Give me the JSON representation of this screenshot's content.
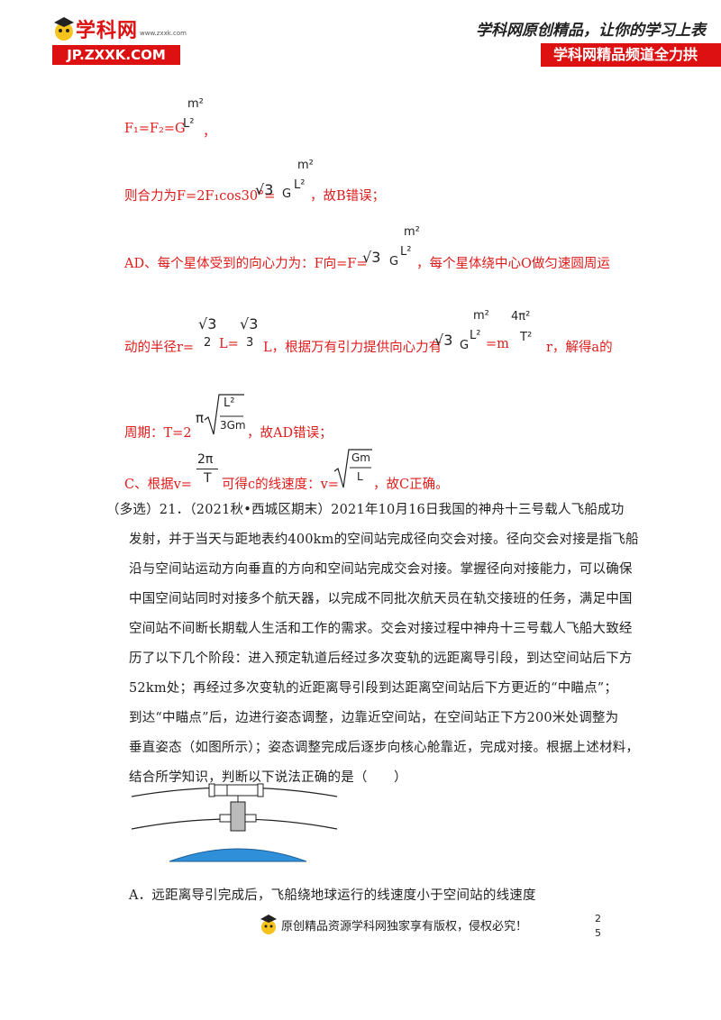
{
  "header": {
    "logo_text": "学科网",
    "logo_sub": "www.zxxk.com",
    "logo_url_text": "JP.ZXXK.COM",
    "slogan": "学科网原创精品，让你的学习上表",
    "slogan_bar": "学科网精品频道全力拱"
  },
  "solution": {
    "l1_text": "F₁=F₂=G",
    "l1_num": "m²",
    "l1_den": "L²",
    "l1_tail": "，",
    "l2_text": "则合力为F=2F₁cos30°=",
    "l2_sqrt": "√3",
    "l2_g": "G",
    "l2_num": "m²",
    "l2_den": "L²",
    "l2_tail": "，故B错误；",
    "l3_text": "AD、每个星体受到的向心力为：F向=F=",
    "l3_sqrt": "√3",
    "l3_g": "G",
    "l3_num": "m²",
    "l3_den": "L²",
    "l3_tail": "，每个星体绕中心O做匀速圆周运",
    "l4_a": "动的半径r=",
    "l4_f1_num": "√3",
    "l4_f1_den": "2",
    "l4_b": "L=",
    "l4_f2_num": "√3",
    "l4_f2_den": "3",
    "l4_c": "L，根据万有引力提供向心力有",
    "l4_sqrt": "√3",
    "l4_g": "G",
    "l4_f3_num": "m²",
    "l4_f3_den": "L²",
    "l4_eq": "=m",
    "l4_f4_num": "4π²",
    "l4_f4_den": "T²",
    "l4_d": "r，解得a的",
    "l5_text": "周期：T=2",
    "l5_pi": "π",
    "l5_num": "L²",
    "l5_den": "3Gm",
    "l5_tail": "，故AD错误；",
    "l6_text": "C、根据v=",
    "l6_num": "2π",
    "l6_den": "T",
    "l6_mid": "可得c的线速度：v=",
    "l6_num2": "Gm",
    "l6_den2": "L",
    "l6_tail": "，故C正确。"
  },
  "question": {
    "lines": [
      "（多选）21．（2021秋•西城区期末）2021年10月16日我国的神舟十三号载人飞船成功",
      "发射，并于当天与距地表约400km的空间站完成径向交会对接。径向交会对接是指飞船",
      "沿与空间站运动方向垂直的方向和空间站完成交会对接。掌握径向对接能力，可以确保",
      "中国空间站同时对接多个航天器，以完成不同批次航天员在轨交接班的任务，满足中国",
      "空间站不间断长期载人生活和工作的需求。交会对接过程中神舟十三号载人飞船大致经",
      "历了以下几个阶段：进入预定轨道后经过多次变轨的远距离导引段，到达空间站后下方",
      "52km处；再经过多次变轨的近距离导引段到达距离空间站后下方更近的“中瞄点”；",
      "到达“中瞄点”后，边进行姿态调整，边靠近空间站，在空间站正下方200米处调整为",
      "垂直姿态（如图所示）；姿态调整完成后逐步向核心舱靠近，完成对接。根据上述材料，",
      "结合所学知识，判断以下说法正确的是（　　）"
    ],
    "option_a": "A．远距离导引完成后，飞船绕地球运行的线速度小于空间站的线速度"
  },
  "footer": {
    "text": "原创精品资源学科网独家享有版权，侵权必究！",
    "page_top": "2",
    "page_bottom": "5"
  },
  "colors": {
    "accent": "#e01b1b",
    "brand": "#d11111",
    "earth": "#2f8fd8"
  }
}
